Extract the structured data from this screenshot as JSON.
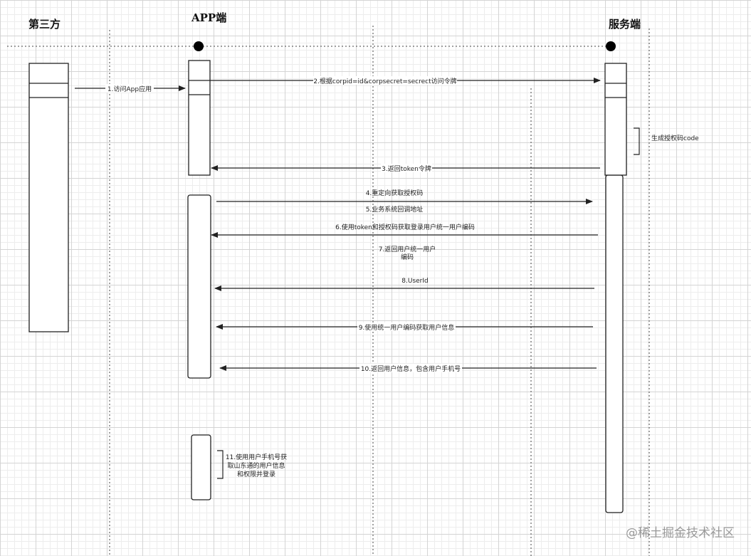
{
  "participants": {
    "third_party": "第三方",
    "app": "APP端",
    "server": "服务端"
  },
  "messages": [
    {
      "id": "m1",
      "text": "1.访问App应用"
    },
    {
      "id": "m2",
      "text": "2.根据corpid=id&corpsecret=secrect访问令牌"
    },
    {
      "id": "m3",
      "text": "3.返回token令牌"
    },
    {
      "id": "m4",
      "text": "4.重定向获取授权码"
    },
    {
      "id": "m5",
      "text": "5.业务系统回调地址"
    },
    {
      "id": "m6",
      "text": "6.使用token和授权码获取登录用户统一用户编码"
    },
    {
      "id": "m7",
      "lines": [
        "7.返回用户统一用户",
        "编码"
      ]
    },
    {
      "id": "m8",
      "text": "8.UserId"
    },
    {
      "id": "m9",
      "text": "9.使用统一用户编码获取用户信息"
    },
    {
      "id": "m10",
      "text": "10.返回用户信息，包含用户手机号"
    }
  ],
  "notes": {
    "server_self": "生成授权码code",
    "app_self": [
      "11.使用用户手机号获",
      "取山东通的用户信息",
      "和权限并登录"
    ]
  },
  "watermark": "@稀土掘金技术社区"
}
